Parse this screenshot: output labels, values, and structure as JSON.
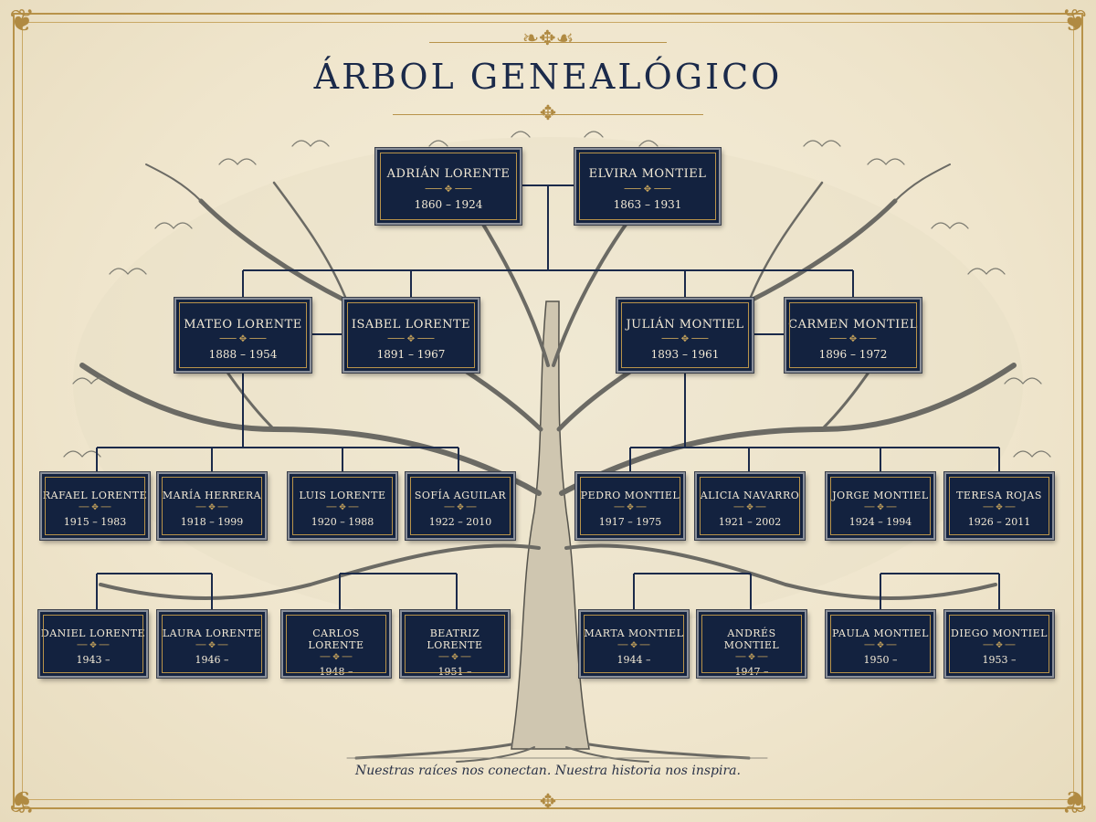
{
  "header": {
    "title": "ÁRBOL GENEALÓGICO"
  },
  "footer": {
    "tagline": "Nuestras raíces nos conectan. Nuestra historia nos inspira."
  },
  "colors": {
    "card_background": "#13223f",
    "accent_gold": "#b8934a",
    "parchment": "#f2e9d3",
    "connector": "#1b2a4a"
  },
  "people": {
    "adrian_lorente": {
      "name": "ADRIÁN LORENTE",
      "years": "1860 – 1924"
    },
    "elvira_montiel": {
      "name": "ELVIRA MONTIEL",
      "years": "1863 – 1931"
    },
    "mateo_lorente": {
      "name": "MATEO LORENTE",
      "years": "1888 – 1954"
    },
    "isabel_lorente": {
      "name": "ISABEL LORENTE",
      "years": "1891 – 1967"
    },
    "julian_montiel": {
      "name": "JULIÁN MONTIEL",
      "years": "1893 – 1961"
    },
    "carmen_montiel": {
      "name": "CARMEN MONTIEL",
      "years": "1896 – 1972"
    },
    "rafael_lorente": {
      "name": "RAFAEL LORENTE",
      "years": "1915 – 1983"
    },
    "maria_herrera": {
      "name": "MARÍA HERRERA",
      "years": "1918 – 1999"
    },
    "luis_lorente": {
      "name": "LUIS LORENTE",
      "years": "1920 – 1988"
    },
    "sofia_aguilar": {
      "name": "SOFÍA AGUILAR",
      "years": "1922 – 2010"
    },
    "pedro_montiel": {
      "name": "PEDRO MONTIEL",
      "years": "1917 – 1975"
    },
    "alicia_navarro": {
      "name": "ALICIA NAVARRO",
      "years": "1921 – 2002"
    },
    "jorge_montiel": {
      "name": "JORGE MONTIEL",
      "years": "1924 – 1994"
    },
    "teresa_rojas": {
      "name": "TERESA ROJAS",
      "years": "1926 – 2011"
    },
    "daniel_lorente": {
      "name": "DANIEL LORENTE",
      "years": "1943 –"
    },
    "laura_lorente": {
      "name": "LAURA LORENTE",
      "years": "1946 –"
    },
    "carlos_lorente": {
      "name": "CARLOS LORENTE",
      "years": "1948 –"
    },
    "beatriz_lorente": {
      "name": "BEATRIZ LORENTE",
      "years": "1951 –"
    },
    "marta_montiel": {
      "name": "MARTA MONTIEL",
      "years": "1944 –"
    },
    "andres_montiel": {
      "name": "ANDRÉS MONTIEL",
      "years": "1947 –"
    },
    "paula_montiel": {
      "name": "PAULA MONTIEL",
      "years": "1950 –"
    },
    "diego_montiel": {
      "name": "DIEGO MONTIEL",
      "years": "1953 –"
    }
  }
}
